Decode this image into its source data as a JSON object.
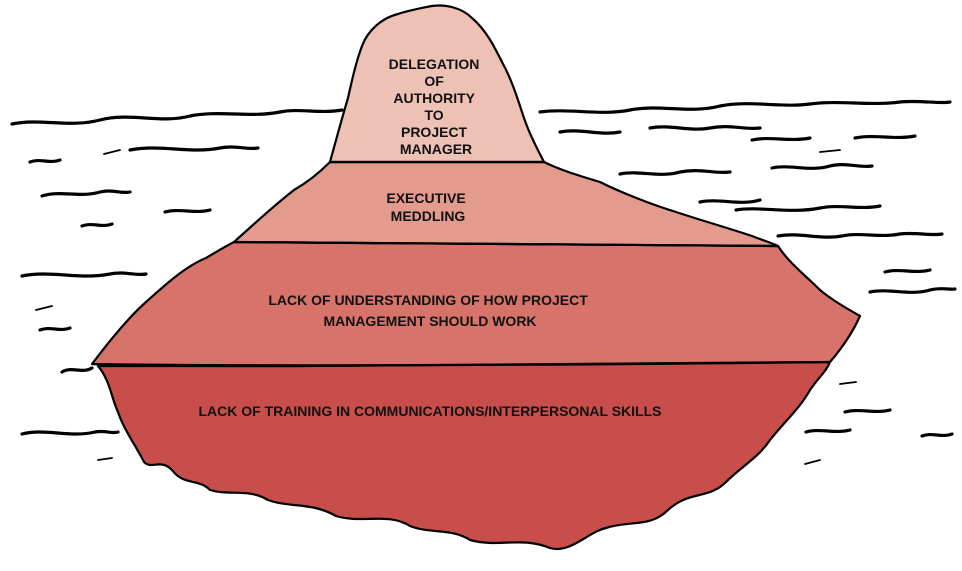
{
  "diagram": {
    "layers": [
      {
        "id": "tip",
        "lines": [
          "DELEGATION",
          "OF",
          "AUTHORITY",
          "TO",
          "PROJECT",
          "MANAGER"
        ],
        "color": "#EEC1B5"
      },
      {
        "id": "upper",
        "lines": [
          "EXECUTIVE",
          "MEDDLING"
        ],
        "color": "#E39B8E"
      },
      {
        "id": "waterline",
        "lines": [
          "LACK OF UNDERSTANDING OF HOW PROJECT",
          "MANAGEMENT SHOULD WORK"
        ],
        "color": "#D7736A"
      },
      {
        "id": "base",
        "lines": [
          "LACK OF TRAINING IN COMMUNICATIONS/INTERPERSONAL SKILLS"
        ],
        "color": "#C74E4A"
      }
    ]
  }
}
